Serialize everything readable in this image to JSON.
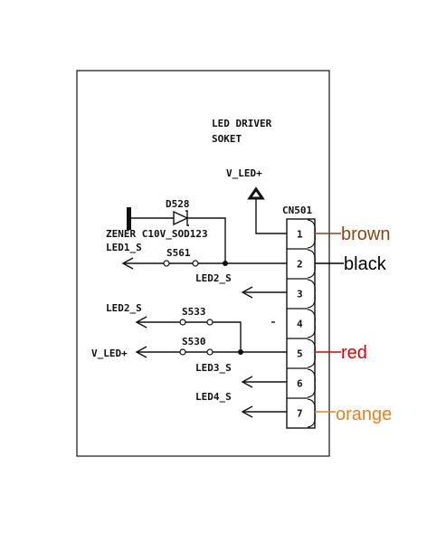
{
  "header": {
    "title_line1": "LED DRIVER",
    "title_line2": "SOKET"
  },
  "connector": {
    "ref": "CN501",
    "pins": [
      "1",
      "2",
      "3",
      "4",
      "5",
      "6",
      "7"
    ]
  },
  "nets": {
    "vled_top": "V_LED+",
    "vled_left": "V_LED+",
    "led1": "LED1_S",
    "led2_right": "LED2_S",
    "led2_left": "LED2_S",
    "led3": "LED3_S",
    "led4": "LED4_S"
  },
  "components": {
    "diode_ref": "D528",
    "diode_value": "ZENER C10V_SOD123",
    "switch_s561": "S561",
    "switch_s533": "S533",
    "switch_s530": "S530"
  },
  "wire_colors": [
    {
      "label": "brown",
      "color": "#8B4513"
    },
    {
      "label": "black",
      "color": "#000000"
    },
    {
      "label": "red",
      "color": "#E00000"
    },
    {
      "label": "orange",
      "color": "#F07F1A"
    }
  ]
}
